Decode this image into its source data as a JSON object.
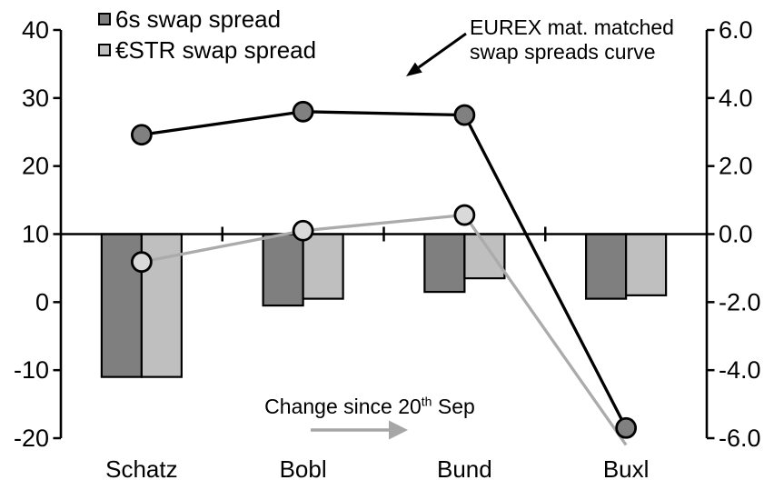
{
  "chart": {
    "legend": {
      "items": [
        {
          "label": "6s swap spread",
          "color": "#7f7f7f"
        },
        {
          "label": "€STR swap spread",
          "color": "#bfbfbf"
        }
      ]
    },
    "annotation": {
      "line1": "EUREX mat. matched",
      "line2": "swap spreads curve"
    },
    "change_note": {
      "prefix": "Change since 20",
      "superscript": "th",
      "suffix": " Sep"
    }
  },
  "chart_data": {
    "type": "combo-bar-line",
    "title": "",
    "categories": [
      "Schatz",
      "Bobl",
      "Bund",
      "Buxl"
    ],
    "left_axis": {
      "min": -20,
      "max": 40,
      "tick_values": [
        40,
        30,
        20,
        10,
        0,
        -10,
        -20
      ],
      "tick_labels": [
        "40",
        "30",
        "20",
        "10",
        "0",
        "-10",
        "-20"
      ]
    },
    "right_axis": {
      "min": -6,
      "max": 6,
      "tick_values": [
        6,
        4,
        2,
        0,
        -2,
        -4,
        -6
      ],
      "tick_labels": [
        "6.0",
        "4.0",
        "2.0",
        "0.0",
        "-2.0",
        "-4.0",
        "-6.0"
      ]
    },
    "baseline_left_value": 10,
    "grid": false,
    "legend_position": "top-left",
    "bar_series": [
      {
        "name": "6s swap spread",
        "axis": "right",
        "meaning": "change since 20th Sep",
        "fill": "#7f7f7f",
        "stroke": "#000000",
        "values": [
          -4.2,
          -2.1,
          -1.7,
          -1.9
        ]
      },
      {
        "name": "€STR swap spread",
        "axis": "right",
        "meaning": "change since 20th Sep",
        "fill": "#bfbfbf",
        "stroke": "#000000",
        "values": [
          -4.2,
          -1.9,
          -1.3,
          -1.8
        ]
      }
    ],
    "line_series": [
      {
        "name": "€STR swap spread curve",
        "axis": "left",
        "line_color": "#ababab",
        "marker_fill": "#d9d9d9",
        "marker_stroke": "#000000",
        "values": [
          5.9,
          10.5,
          12.8,
          -21.0
        ],
        "markers": [
          true,
          true,
          true,
          false
        ]
      },
      {
        "name": "6s swap spread curve",
        "axis": "left",
        "line_color": "#000000",
        "marker_fill": "#808080",
        "marker_stroke": "#000000",
        "values": [
          24.6,
          28.0,
          27.5,
          -18.5
        ],
        "markers": [
          true,
          true,
          true,
          true
        ]
      }
    ],
    "colors": {
      "axis": "#000000",
      "change_arrow": "#a6a6a6",
      "annotation_arrow": "#000000",
      "background": "#ffffff"
    }
  }
}
